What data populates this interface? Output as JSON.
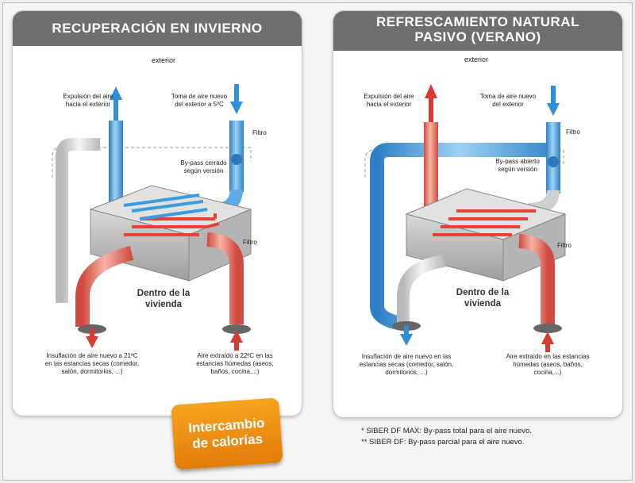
{
  "left_panel": {
    "title": "RECUPERACIÓN EN INVIERNO",
    "exterior": "exterior",
    "expulsion": [
      "Expulsión del aire",
      "hacia el exterior"
    ],
    "toma": [
      "Toma de aire nuevo",
      "del exterior a 5ºC"
    ],
    "filtro_top": "Filtro",
    "bypass": [
      "By-pass cerrado",
      "según versión"
    ],
    "filtro_mid": "Filtro",
    "dentro": [
      "Dentro de la",
      "vivienda"
    ],
    "insuflacion": [
      "Insuflación de aire nuevo a 21ºC",
      "en las estancias secas (comedor,",
      "salón, dormitorios, ...)"
    ],
    "extraido": [
      "Aire extraído a 22ºC en las",
      "estancias húmedas (aseos,",
      "baños, cocina,...)"
    ]
  },
  "right_panel": {
    "title": [
      "REFRESCAMIENTO NATURAL",
      "PASIVO (VERANO)"
    ],
    "exterior": "exterior",
    "expulsion": [
      "Expulsión del aire",
      "hacia el exterior"
    ],
    "toma": [
      "Toma de aire nuevo",
      "del exterior"
    ],
    "filtro_top": "Filtro",
    "bypass": [
      "By-pass abierto",
      "según versión"
    ],
    "filtro_mid": "Filtro",
    "dentro": [
      "Dentro de la",
      "vivienda"
    ],
    "insuflacion": [
      "Insuflación de aire nuevo en las",
      "estancias secas (comedor, salón,",
      "dormitorios, ...)"
    ],
    "extraido": [
      "Aire extraído en las estancias",
      "húmedas (aseos, baños,",
      "cocina,...)"
    ]
  },
  "badge": [
    "Intercambio",
    "de calorías"
  ],
  "notes": [
    "* SIBER DF MAX: By-pass total para el aire nuevo.",
    "** SIBER DF: By-pass parcial para el aire nuevo."
  ],
  "colors": {
    "warm_air": "#e8453c",
    "cold_air": "#3a9de0",
    "exhaust_pipe": "#8fc3ea",
    "badge": "#f39a1a",
    "title_bar": "#6f6f6f"
  }
}
